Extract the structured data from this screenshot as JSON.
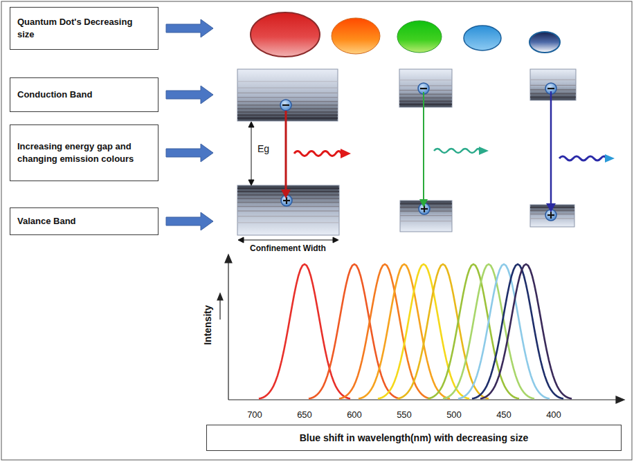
{
  "diagram": {
    "nodes": [
      {
        "text": [
          "Quantum Dot's Decreasing size"
        ]
      },
      {
        "text": [
          "Conduction Band"
        ]
      },
      {
        "text": [
          "Increasing energy gap and changing emission colours"
        ]
      },
      {
        "text": [
          "Valance Band"
        ]
      },
      {
        "text": [
          "Blue shift in wavelength(nm) with decreasing size"
        ]
      }
    ],
    "labels": [
      "Eg",
      "Confinement Width",
      "Intensity",
      "700",
      "650",
      "600",
      "550",
      "500",
      "450",
      "400"
    ]
  }
}
